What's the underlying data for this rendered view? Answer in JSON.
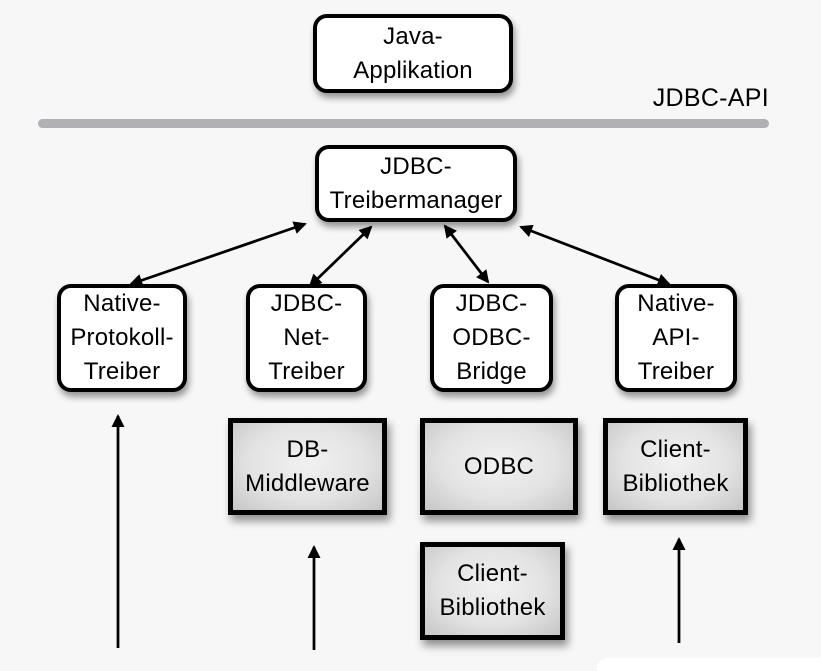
{
  "diagram": {
    "api_label": "JDBC-API",
    "nodes": {
      "java_application": {
        "label": "Java-\nApplikation"
      },
      "jdbc_treibermanager": {
        "label": "JDBC-\nTreibermanager"
      },
      "native_protokoll_treiber": {
        "label": "Native-\nProtokoll-\nTreiber"
      },
      "jdbc_net_treiber": {
        "label": "JDBC-\nNet-\nTreiber"
      },
      "jdbc_odbc_bridge": {
        "label": "JDBC-\nODBC-\nBridge"
      },
      "native_api_treiber": {
        "label": "Native-\nAPI-\nTreiber"
      },
      "db_middleware": {
        "label": "DB-\nMiddleware"
      },
      "odbc": {
        "label": "ODBC"
      },
      "client_bibliothek_odbc": {
        "label": "Client-\nBibliothek"
      },
      "client_bibliothek_native": {
        "label": "Client-\nBibliothek"
      }
    },
    "colors": {
      "background": "#f7f7f7",
      "divider_line": "#b1b1b5",
      "node_fill": "#ffffff",
      "node_border": "#000000",
      "gray_box_edge": "#c6c6c6",
      "gray_box_center": "#f1f1f1",
      "arrow": "#000000"
    }
  }
}
